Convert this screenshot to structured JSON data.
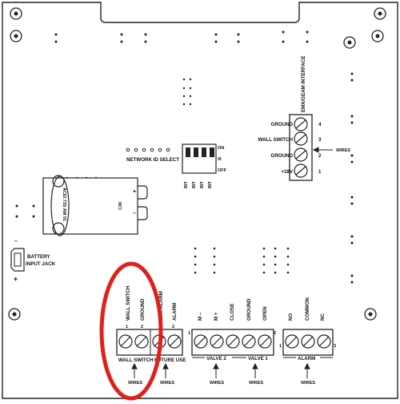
{
  "interface": {
    "title": "EMX/GEAM INTERFACE",
    "rows": [
      {
        "label": "GROUND",
        "num": "4"
      },
      {
        "label": "WALL SWITCH",
        "num": "3"
      },
      {
        "label": "GROUND",
        "num": "2"
      },
      {
        "label": "+18V",
        "num": "1"
      }
    ],
    "wires": "WIRES"
  },
  "network": {
    "label": "NETWORK ID SELECT",
    "on": "ON",
    "off": "OFF",
    "bit_label": "BIT",
    "side_mark": "0I"
  },
  "battery": {
    "label_line1": "BATTERY",
    "label_line2": "INPUT JACK",
    "minus": "–",
    "plus": "+"
  },
  "capacitor": {
    "label": "C30",
    "plus": "+",
    "minus": "–",
    "chip_text": "ACEI 73S AM 01"
  },
  "bottom": {
    "wall_switch": {
      "col1": "WALL SWITCH",
      "col2": "GROUND",
      "n1": "1",
      "n2": "2",
      "footer": "WALL SWITCH"
    },
    "ext_alarm": {
      "col1": "EXT. ALARM",
      "col2": "ALARM",
      "n2": "2",
      "footer": "FUTURE USE"
    },
    "valves": {
      "cols": [
        "M –",
        "M +",
        "CLOSE",
        "GROUND",
        "OPEN"
      ],
      "n_left": "1",
      "n_right": "5",
      "footer_left": "VALVE 2",
      "footer_right": "VALVE 1"
    },
    "alarm": {
      "cols": [
        "NO",
        "COMMON",
        "NC"
      ],
      "n_left": "1",
      "n_right": "3",
      "footer": "ALARM"
    },
    "wires": "WIRES"
  },
  "annotation": {
    "color": "#e0201b"
  }
}
